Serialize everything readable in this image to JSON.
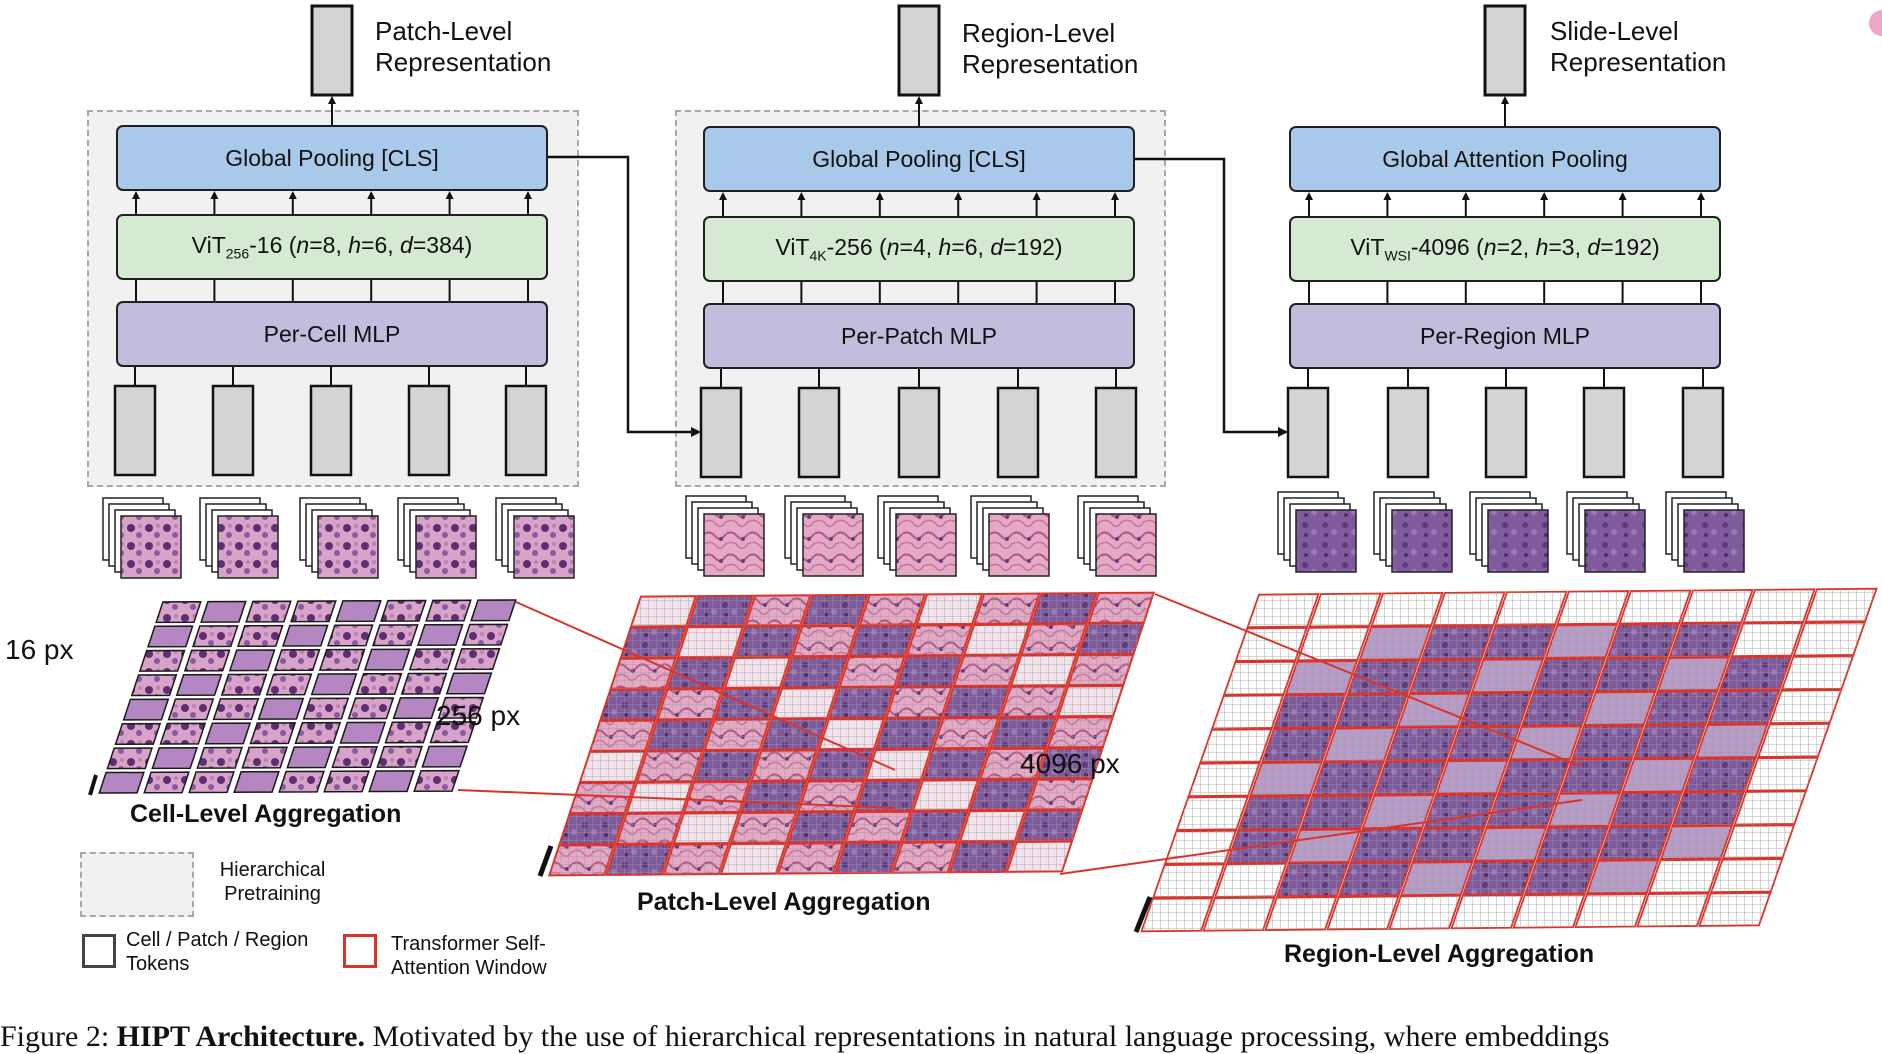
{
  "columns": [
    {
      "representation": [
        "Patch-Level",
        "Representation"
      ],
      "pooling": "Global Pooling [CLS]",
      "vit_label": "ViT",
      "vit_sub": "256",
      "vit_rest": "-16 (",
      "vit_n": "n",
      "vit_n_val": "=8, ",
      "vit_h": "h",
      "vit_h_val": "=6, ",
      "vit_d": "d",
      "vit_d_val": "=384)",
      "mlp": "Per-Cell MLP"
    },
    {
      "representation": [
        "Region-Level",
        "Representation"
      ],
      "pooling": "Global Pooling [CLS]",
      "vit_label": "ViT",
      "vit_sub": "4K",
      "vit_rest": "-256 (",
      "vit_n": "n",
      "vit_n_val": "=4, ",
      "vit_h": "h",
      "vit_h_val": "=6, ",
      "vit_d": "d",
      "vit_d_val": "=192)",
      "mlp": "Per-Patch MLP"
    },
    {
      "representation": [
        "Slide-Level",
        "Representation"
      ],
      "pooling": "Global Attention Pooling",
      "vit_label": "ViT",
      "vit_sub": "WSI",
      "vit_rest": "-4096 (",
      "vit_n": "n",
      "vit_n_val": "=2, ",
      "vit_h": "h",
      "vit_h_val": "=3, ",
      "vit_d": "d",
      "vit_d_val": "=192)",
      "mlp": "Per-Region MLP"
    }
  ],
  "scales": {
    "cell": "16 px",
    "patch": "256 px",
    "region": "4096 px"
  },
  "aggregation": {
    "cell": "Cell-Level Aggregation",
    "patch": "Patch-Level Aggregation",
    "region": "Region-Level Aggregation"
  },
  "legend": {
    "pretraining": [
      "Hierarchical",
      "Pretraining"
    ],
    "tokens": [
      "Cell / Patch / Region",
      "Tokens"
    ],
    "window": [
      "Transformer Self-",
      "Attention Window"
    ]
  },
  "caption": {
    "prefix": "Figure 2: ",
    "bold": "HIPT Architecture.",
    "rest": " Motivated by the use of hierarchical representations in natural language processing, where embeddings"
  },
  "colors": {
    "pooling": "#a9c9ea",
    "vit": "#d6e9d2",
    "mlp": "#c3bcdd",
    "token": "#d4d4d4",
    "window": "#d9342b",
    "pretraining": "#f1f1f1",
    "tissue_purple": "#7e4f93",
    "tissue_pink": "#d893b8"
  }
}
